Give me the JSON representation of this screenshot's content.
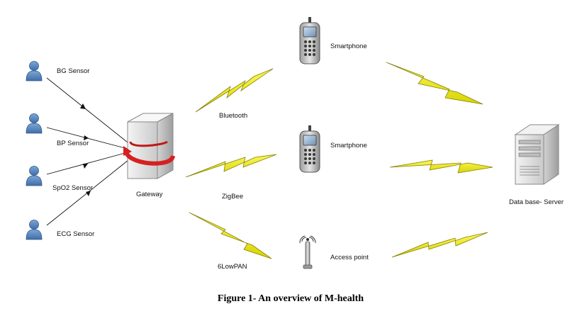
{
  "sensors": [
    {
      "label": "BG Sensor"
    },
    {
      "label": "BP Sensor"
    },
    {
      "label": "SpO2 Sensor"
    },
    {
      "label": "ECG Sensor"
    }
  ],
  "gateway": {
    "label": "Gateway"
  },
  "links": [
    {
      "label": "Bluetooth"
    },
    {
      "label": "ZigBee"
    },
    {
      "label": "6LowPAN"
    }
  ],
  "devices": [
    {
      "label": "Smartphone",
      "icon": "smartphone-icon"
    },
    {
      "label": "Smartphone",
      "icon": "smartphone-icon"
    },
    {
      "label": "Access point",
      "icon": "antenna-icon"
    }
  ],
  "server": {
    "label": "Data base- Server",
    "icon": "server-icon"
  },
  "caption": "Figure 1- An overview of M-health",
  "colors": {
    "person": "#4f81bd",
    "lightning": "#f2ef1a",
    "gateway_arrow": "#d62020"
  }
}
